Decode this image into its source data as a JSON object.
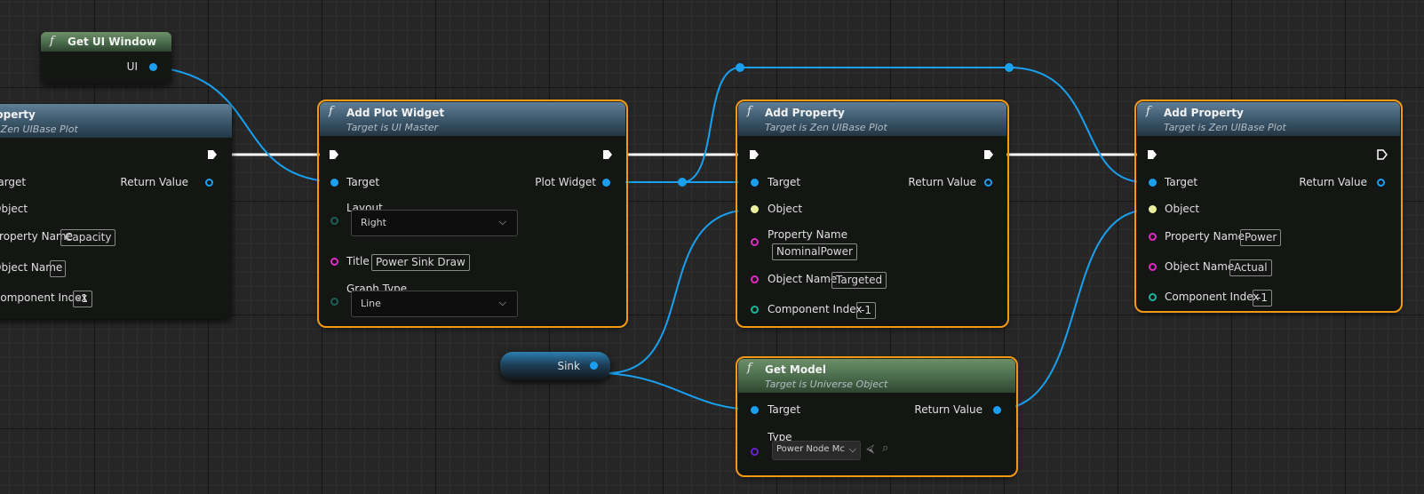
{
  "nodes": {
    "get_ui_window": {
      "title": "Get UI Window",
      "out_pin": "UI"
    },
    "add_property_left": {
      "title": "Add Property",
      "subtitle": "Target is Zen UIBase Plot",
      "pin_target": "Target",
      "pin_return": "Return Value",
      "pin_object": "Object",
      "pin_property_name": "Property Name",
      "property_name_value": "Capacity",
      "pin_object_name": "Object Name",
      "object_name_value": "",
      "pin_component_index": "Component Index",
      "component_index_value": "-1"
    },
    "add_plot_widget": {
      "title": "Add Plot Widget",
      "subtitle": "Target is UI Master",
      "pin_target": "Target",
      "pin_plot_widget": "Plot Widget",
      "pin_layout": "Layout",
      "layout_value": "Right",
      "pin_title": "Title",
      "title_value": "Power Sink Draw",
      "pin_graph_type": "Graph Type",
      "graph_type_value": "Line"
    },
    "add_property_mid": {
      "title": "Add Property",
      "subtitle": "Target is Zen UIBase Plot",
      "pin_target": "Target",
      "pin_return": "Return Value",
      "pin_object": "Object",
      "pin_property_name": "Property Name",
      "property_name_value": "NominalPower",
      "pin_object_name": "Object Name",
      "object_name_value": "Targeted",
      "pin_component_index": "Component Index",
      "component_index_value": "-1"
    },
    "add_property_right": {
      "title": "Add Property",
      "subtitle": "Target is Zen UIBase Plot",
      "pin_target": "Target",
      "pin_return": "Return Value",
      "pin_object": "Object",
      "pin_property_name": "Property Name",
      "property_name_value": "Power",
      "pin_object_name": "Object Name",
      "object_name_value": "Actual",
      "pin_component_index": "Component Index",
      "component_index_value": "-1"
    },
    "sink_var": {
      "label": "Sink"
    },
    "get_model": {
      "title": "Get Model",
      "subtitle": "Target is Universe Object",
      "pin_target": "Target",
      "pin_return": "Return Value",
      "pin_type": "Type",
      "type_value": "Power Node Mc"
    }
  },
  "function_glyph": "f",
  "colors": {
    "exec_wire": "#ffffff",
    "object_wire": "#19a0f0",
    "selection_outline": "#f39a12",
    "pin_string": "#e02ac8",
    "pin_int": "#1bb59c",
    "pin_object_generic": "#e8f0a0",
    "pin_class": "#6a23c8"
  }
}
